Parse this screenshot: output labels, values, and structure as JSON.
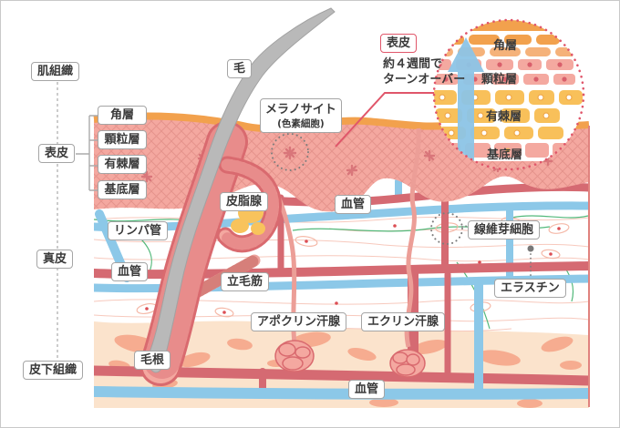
{
  "colors": {
    "accent_red": "#e0566a",
    "vessel_red": "#d56a72",
    "vessel_blue": "#8cc8e8",
    "epidermis_pink": "#f4a8a0",
    "corneum_orange": "#f2a14d",
    "spinous_yellow": "#f8c05a",
    "fat_peach": "#fbe3cc",
    "fat_blob": "#f6ac90",
    "hair_gray": "#b9b9b9",
    "elastin_green": "#53b97b",
    "label_border": "#a5a5a5",
    "text": "#3a3a3a"
  },
  "left_panel": {
    "tissue": "肌組織",
    "epidermis": "表皮",
    "dermis": "真皮",
    "subcutis": "皮下組織"
  },
  "layer_labels": {
    "corneum": "角層",
    "granular": "顆粒層",
    "spinous": "有棘層",
    "basal": "基底層"
  },
  "annotations": {
    "hair": "毛",
    "melanocyte": "メラノサイト",
    "melanocyte_sub": "(色素細胞)",
    "sebaceous": "皮脂腺",
    "vessel_upper": "血管",
    "lymph": "リンパ管",
    "vessel_left": "血管",
    "arrector": "立毛筋",
    "fibroblast": "線維芽細胞",
    "elastin": "エラスチン",
    "apocrine": "アポクリン汗腺",
    "eccrine": "エクリン汗腺",
    "hair_root": "毛根",
    "vessel_bottom": "血管"
  },
  "inset": {
    "epidermis_tag": "表皮",
    "turnover_line1": "約４週間で",
    "turnover_line2": "ターンオーバー",
    "layers": [
      "角層",
      "顆粒層",
      "有棘層",
      "基底層"
    ]
  }
}
